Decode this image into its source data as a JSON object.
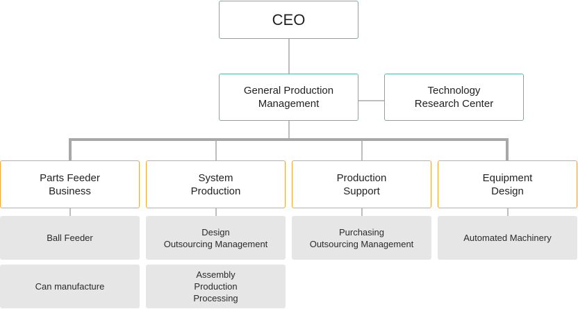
{
  "ceo": {
    "label": "CEO"
  },
  "general_production": {
    "line1": "General Production",
    "line2": "Management"
  },
  "technology_center": {
    "line1": "Technology",
    "line2": "Research Center"
  },
  "departments": [
    {
      "line1": "Parts Feeder",
      "line2": "Business"
    },
    {
      "line1": "System",
      "line2": "Production"
    },
    {
      "line1": "Production",
      "line2": "Support"
    },
    {
      "line1": "Equipment",
      "line2": "Design"
    }
  ],
  "sub_units": {
    "parts_feeder": [
      "Ball Feeder",
      "Can manufacture"
    ],
    "system_production": [
      {
        "lines": [
          "Design",
          "Outsourcing Management"
        ]
      },
      {
        "lines": [
          "Assembly",
          "Production",
          "Processing"
        ]
      }
    ],
    "production_support": [
      {
        "lines": [
          "Purchasing",
          "Outsourcing Management"
        ]
      }
    ],
    "equipment_design": [
      "Automated Machinery"
    ]
  },
  "colors": {
    "top_border": "#5fb8a6",
    "dept_border": "#f2a53c",
    "sub_fill": "#e6e6e6",
    "connector": "#a8a8a8"
  }
}
